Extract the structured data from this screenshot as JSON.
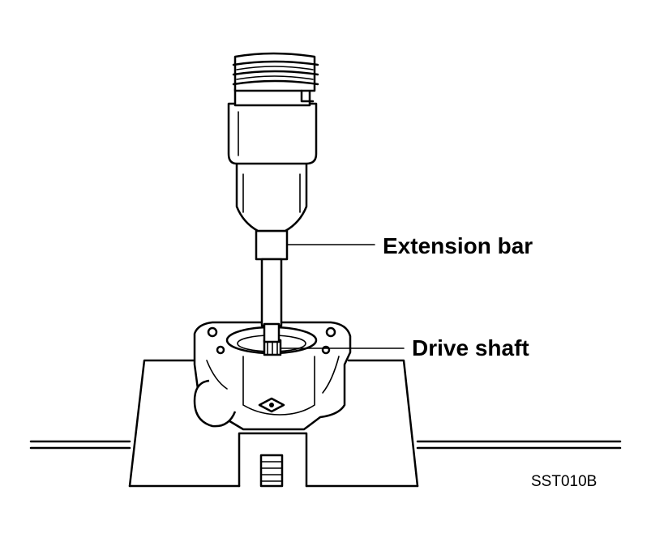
{
  "labels": {
    "extension_bar": "Extension bar",
    "drive_shaft": "Drive shaft"
  },
  "figure_code": "SST010B",
  "colors": {
    "ink": "#000000",
    "background": "#ffffff"
  }
}
